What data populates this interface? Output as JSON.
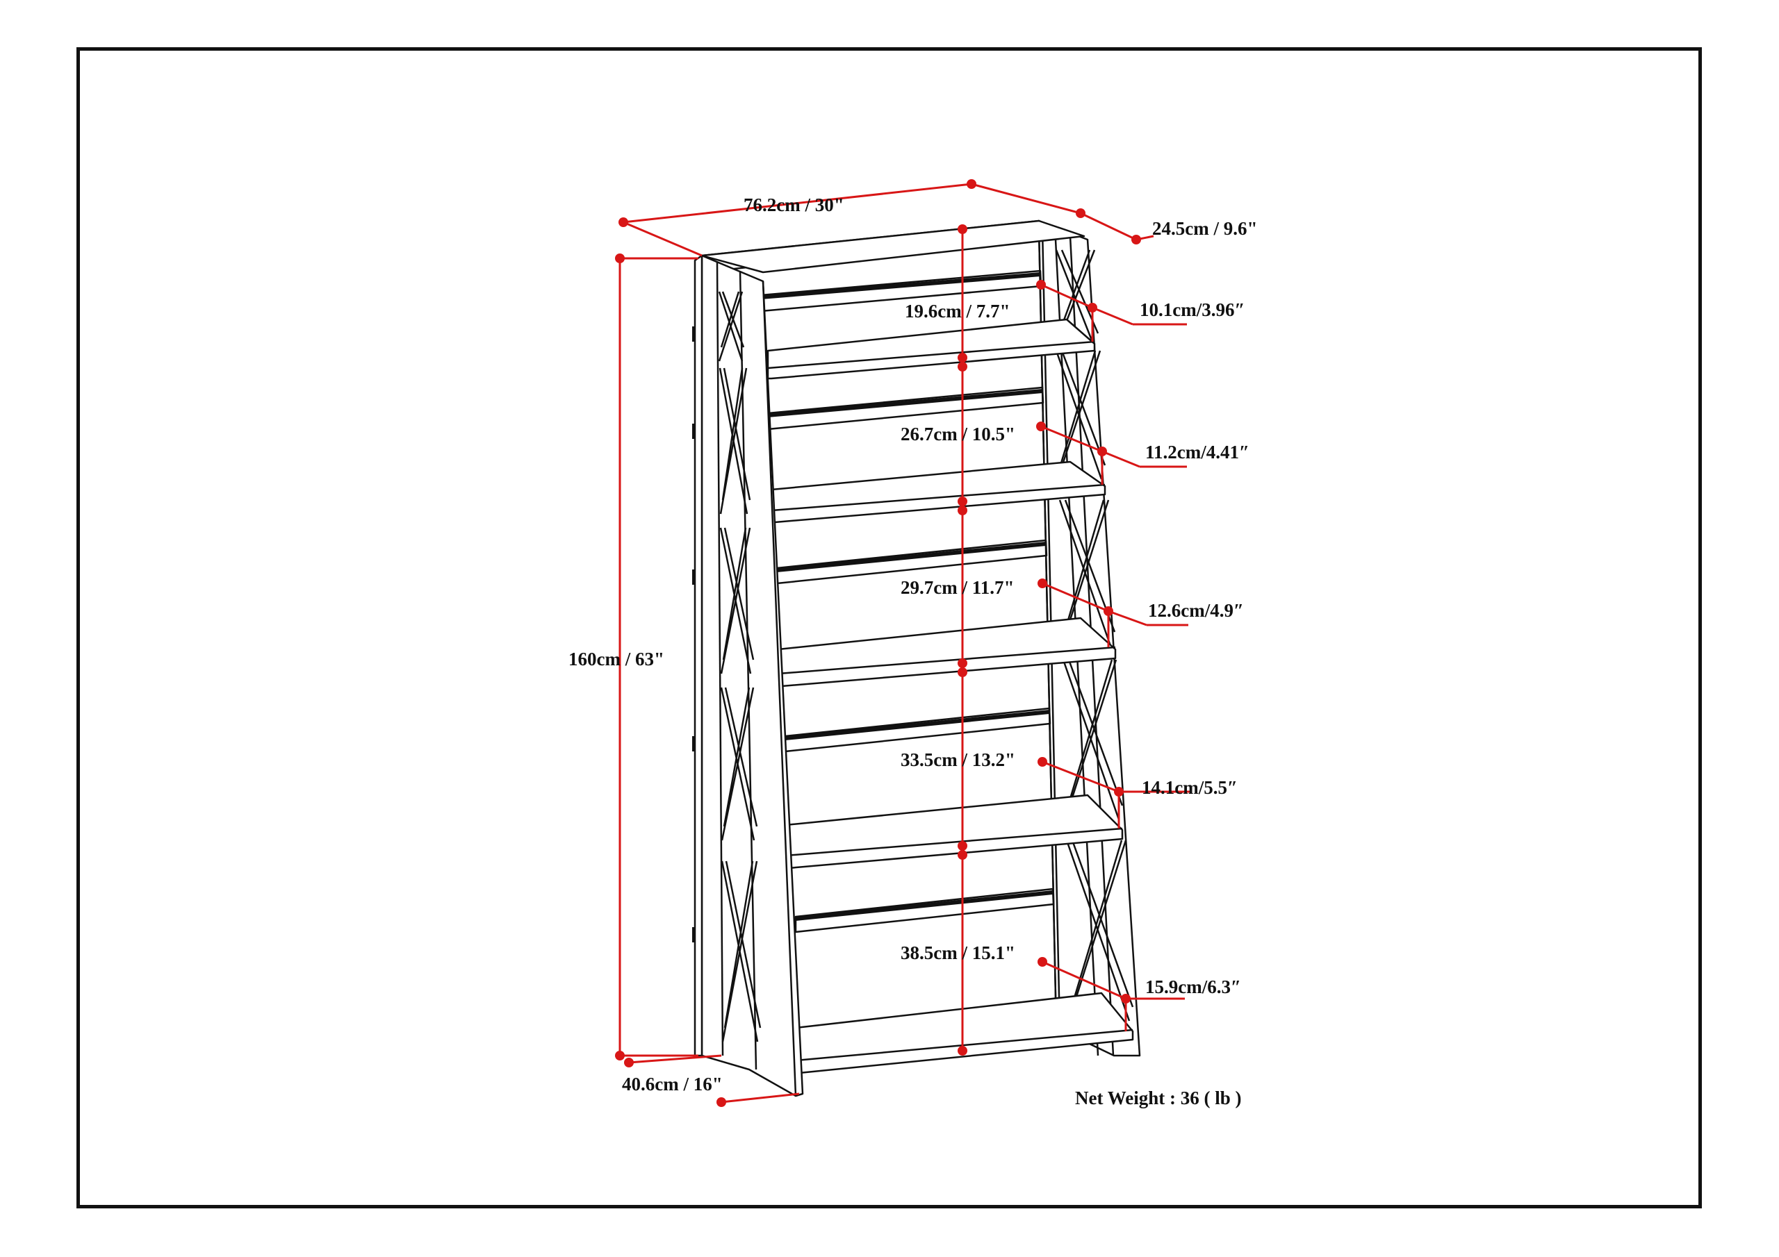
{
  "dimensions": {
    "width": "76.2cm / 30\"",
    "depth_top": "24.5cm / 9.6\"",
    "height": "160cm / 63\"",
    "depth_base": "40.6cm / 16\"",
    "shelf_heights": [
      "19.6cm / 7.7\"",
      "26.7cm / 10.5\"",
      "29.7cm / 11.7\"",
      "33.5cm / 13.2\"",
      "38.5cm / 15.1\""
    ],
    "shelf_depths": [
      "10.1cm/3.96″",
      "11.2cm/4.41″",
      "12.6cm/4.9″",
      "14.1cm/5.5″",
      "15.9cm/6.3″"
    ]
  },
  "net_weight": "Net Weight : 36 ( lb )",
  "colors": {
    "dimension_lines": "#d81616",
    "outline": "#111111",
    "background": "#ffffff"
  }
}
